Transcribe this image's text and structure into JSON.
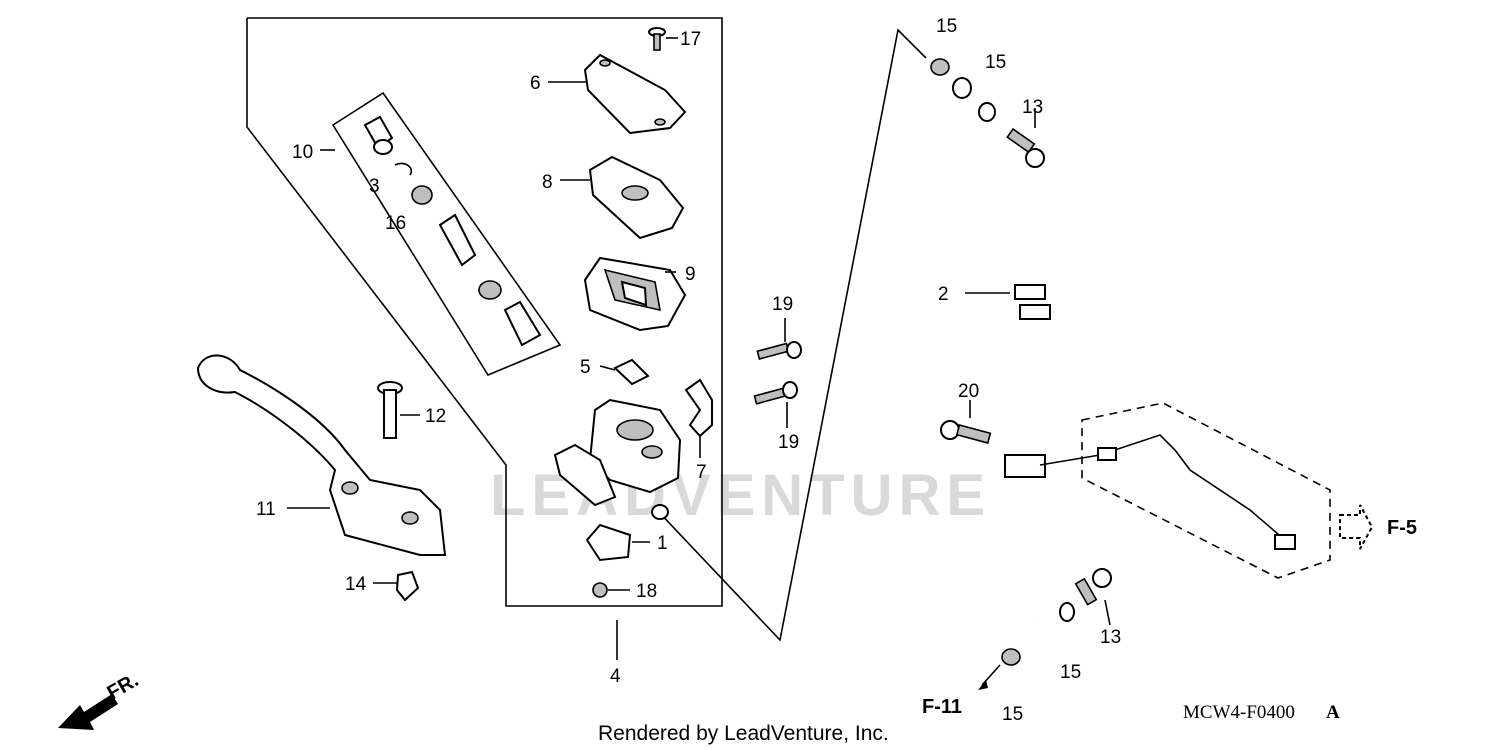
{
  "watermark": "LEADVENTURE",
  "callouts": {
    "c1": "1",
    "c2": "2",
    "c3": "3",
    "c4": "4",
    "c5": "5",
    "c6": "6",
    "c7": "7",
    "c8": "8",
    "c9": "9",
    "c10": "10",
    "c11": "11",
    "c12": "12",
    "c13a": "13",
    "c13b": "13",
    "c14": "14",
    "c15a": "15",
    "c15b": "15",
    "c15c": "15",
    "c15d": "15",
    "c16": "16",
    "c17": "17",
    "c18": "18",
    "c19a": "19",
    "c19b": "19",
    "c20": "20"
  },
  "refs": {
    "f5": "F-5",
    "f11": "F-11",
    "fr": "FR."
  },
  "footer": {
    "rendered_by": "Rendered by LeadVenture, Inc.",
    "diagram_code": "MCW4-F0400",
    "suffix": "A"
  }
}
